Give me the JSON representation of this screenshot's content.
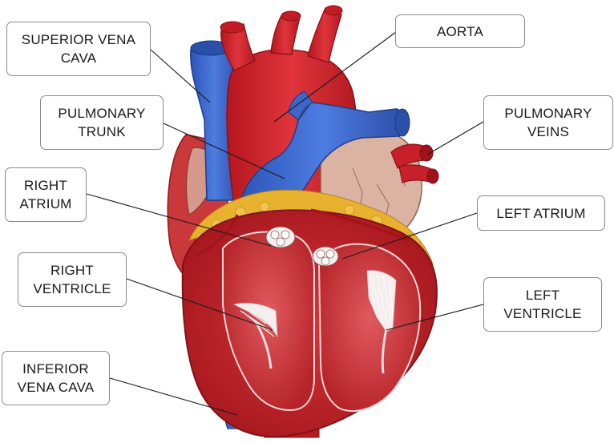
{
  "labels": {
    "superior_vena_cava": [
      "SUPERIOR VENA",
      "CAVA"
    ],
    "aorta": [
      "AORTA"
    ],
    "pulmonary_trunk": [
      "PULMONARY",
      "TRUNK"
    ],
    "pulmonary_veins": [
      "PULMONARY",
      "VEINS"
    ],
    "right_atrium": [
      "RIGHT",
      "ATRIUM"
    ],
    "left_atrium": [
      "LEFT ATRIUM"
    ],
    "right_ventricle": [
      "RIGHT",
      "VENTRICLE"
    ],
    "left_ventricle": [
      "LEFT",
      "VENTRICLE"
    ],
    "inferior_vena_cava": [
      "INFERIOR",
      "VENA CAVA"
    ]
  },
  "colors": {
    "artery": "#c8202a",
    "vein": "#3a64c8",
    "fat": "#e8b12e",
    "left_atrium_tissue": "#dbb3a3",
    "chamber_wall": "#b51d22",
    "papillary": "#f4eeee"
  }
}
